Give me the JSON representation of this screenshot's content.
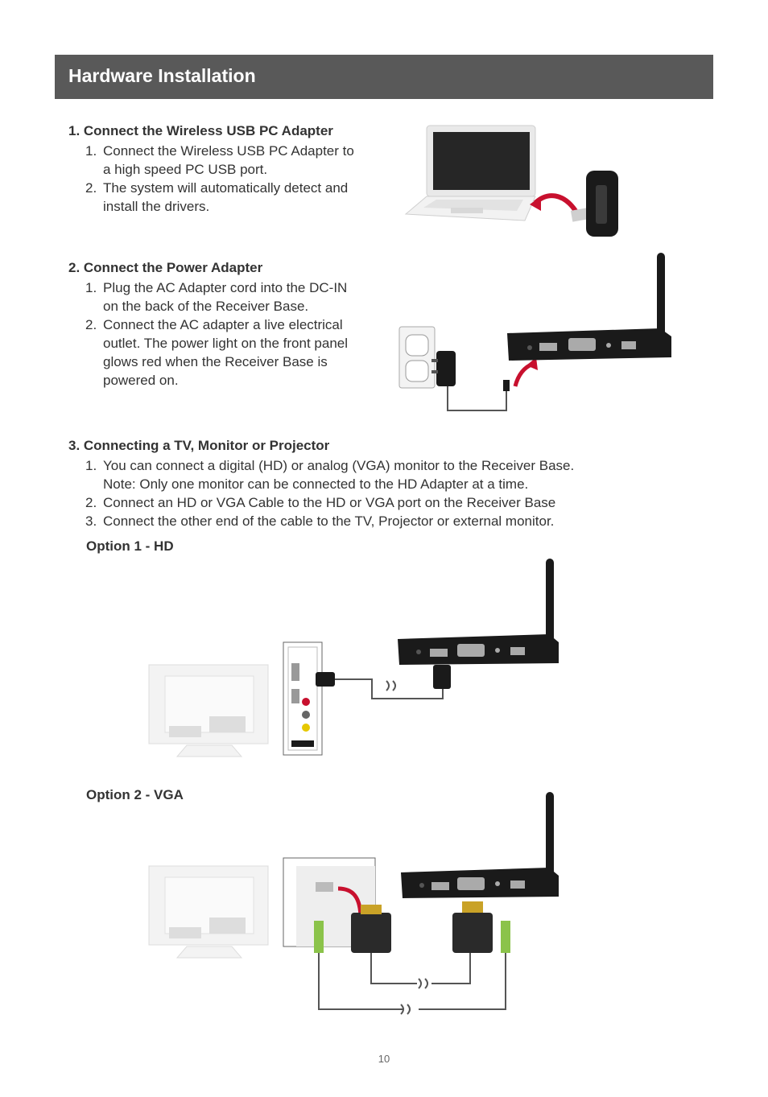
{
  "header": {
    "title": "Hardware Installation"
  },
  "section1": {
    "title": "1. Connect the Wireless USB PC Adapter",
    "steps": [
      {
        "num": "1.",
        "lines": [
          "Connect the Wireless USB PC Adapter to",
          "a high speed PC USB port."
        ]
      },
      {
        "num": "2.",
        "lines": [
          "The system will automatically detect and",
          "install the drivers."
        ]
      }
    ]
  },
  "section2": {
    "title": "2. Connect the Power Adapter",
    "steps": [
      {
        "num": "1.",
        "lines": [
          "Plug the AC Adapter cord into the DC-IN",
          "on the back of the Receiver Base."
        ]
      },
      {
        "num": "2.",
        "lines": [
          "Connect the AC adapter a live electrical",
          "outlet. The power light on the front panel",
          "glows red when the Receiver Base is",
          "powered on."
        ]
      }
    ]
  },
  "section3": {
    "title": "3. Connecting a TV, Monitor or Projector",
    "steps": [
      {
        "num": "1.",
        "lines": [
          "You can connect a digital (HD) or analog (VGA) monitor to the Receiver Base.",
          "Note: Only one monitor can be connected to the HD Adapter at a time."
        ]
      },
      {
        "num": "2.",
        "lines": [
          "Connect an HD or VGA Cable to the HD or VGA port on the Receiver Base"
        ]
      },
      {
        "num": "3.",
        "lines": [
          "Connect the other end of the cable to the TV, Projector or external monitor."
        ]
      }
    ]
  },
  "option1": {
    "label": "Option 1 - HD"
  },
  "option2": {
    "label": "Option 2 - VGA"
  },
  "page_number": "10",
  "colors": {
    "header_bg": "#595959",
    "accent_red": "#c8102e",
    "device_black": "#1a1a1a"
  }
}
